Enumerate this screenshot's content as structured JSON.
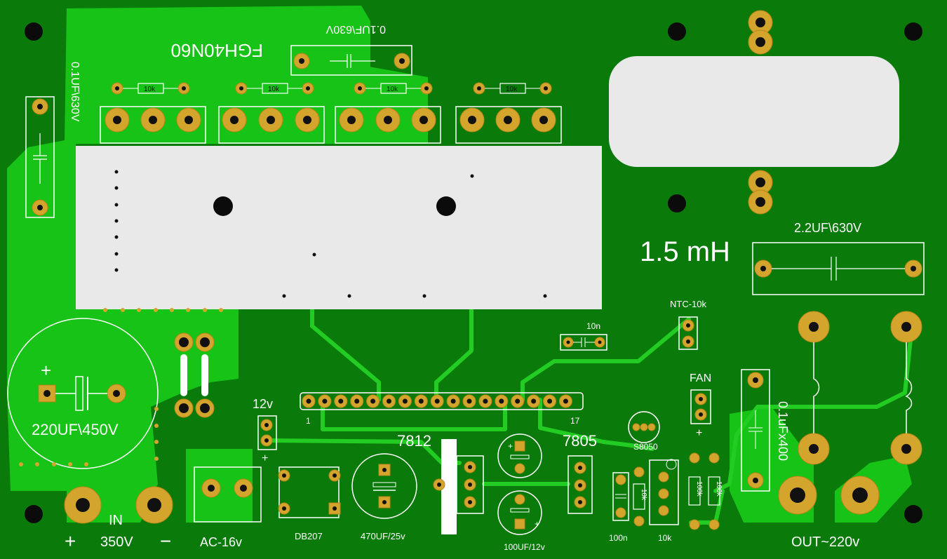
{
  "colors": {
    "board": "#0a7a0a",
    "copper": "#16c316",
    "pad": "#d4a52c",
    "silkscreen": "#ffffff",
    "module": "#e9e9e9",
    "mount_hole": "#0b0b0b"
  },
  "labels": {
    "igbt": "FGH40N60",
    "snubber_top": "0.1UF\\630V",
    "snubber_left": "0.1UF\\630V",
    "r1": "10k",
    "r2": "10k",
    "r3": "10k",
    "r4": "10k",
    "inductor": "1.5 mH",
    "cap_out": "2.2UF\\630V",
    "ntc": "NTC-10k",
    "cap_10n": "10n",
    "fan": "FAN",
    "fan_plus": "+",
    "cap_x": "0.1uFx400",
    "bulk_cap": "220UF\\450V",
    "bulk_plus": "+",
    "v12": "12v",
    "v12_plus": "+",
    "header_1": "1",
    "header_17": "17",
    "reg_7812": "7812",
    "reg_7805": "7805",
    "transistor": "S8050",
    "cap_100uf": "100UF/12v",
    "cap_470uf": "470UF/25v",
    "bridge": "DB207",
    "cap_100n": "100n",
    "pot_10k": "10k",
    "r_100k_a": "100k",
    "r_100k_b": "100k",
    "r_10k_small": "10k",
    "in_label": "IN",
    "in_plus": "+",
    "in_voltage": "350V",
    "in_minus": "−",
    "ac_label": "AC-16v",
    "out_label": "OUT~220v"
  }
}
